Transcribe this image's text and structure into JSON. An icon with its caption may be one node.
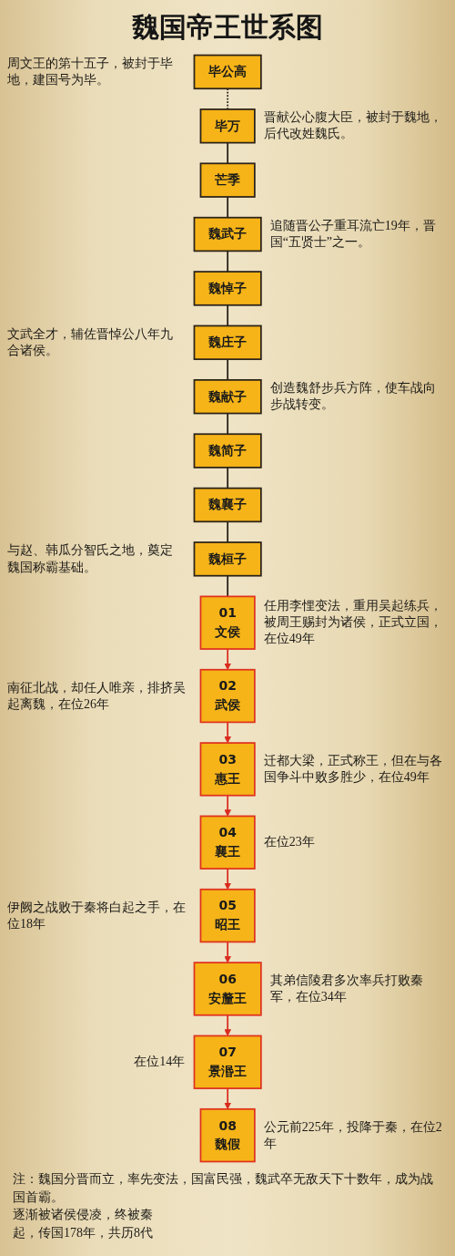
{
  "diagram": {
    "title": "魏国帝王世系图",
    "nodes": [
      {
        "text": [
          "毕公高"
        ],
        "beside": [
          "周文王的第十五子，被封于毕地，建国号为毕。"
        ]
      },
      {
        "text": [
          "毕万"
        ],
        "beside": [
          "晋献公心腹大臣，被封于魏地，后代改姓魏氏。"
        ]
      },
      {
        "text": [
          "芒季"
        ]
      },
      {
        "text": [
          "魏武子"
        ],
        "beside": [
          "追随晋公子重耳流亡19年，晋国“五贤士”之一。"
        ]
      },
      {
        "text": [
          "魏悼子"
        ]
      },
      {
        "text": [
          "魏庄子"
        ],
        "beside": [
          "文武全才，辅佐晋悼公八年九合诸侯。"
        ]
      },
      {
        "text": [
          "魏献子"
        ],
        "beside": [
          "创造魏舒步兵方阵，使车战向步战转变。"
        ]
      },
      {
        "text": [
          "魏简子"
        ]
      },
      {
        "text": [
          "魏襄子"
        ]
      },
      {
        "text": [
          "魏桓子"
        ],
        "beside": [
          "与赵、韩瓜分智氏之地，奠定魏国称霸基础。"
        ]
      },
      {
        "text": [
          "01",
          "文侯"
        ],
        "beside": [
          "任用李悝变法，重用吴起练兵，被周王赐封为诸侯，正式立国，在位49年"
        ]
      },
      {
        "text": [
          "02",
          "武侯"
        ],
        "beside": [
          "南征北战，却任人唯亲，排挤吴起离魏，在位26年"
        ]
      },
      {
        "text": [
          "03",
          "惠王"
        ],
        "beside": [
          "迁都大梁，正式称王，但在与各国争斗中败多胜少，在位49年"
        ]
      },
      {
        "text": [
          "04",
          "襄王"
        ],
        "beside": [
          "在位23年"
        ]
      },
      {
        "text": [
          "05",
          "昭王"
        ],
        "beside": [
          "伊阙之战败于秦将白起之手，在位18年"
        ]
      },
      {
        "text": [
          "06",
          "安釐王"
        ],
        "beside": [
          "其弟信陵君多次率兵打败秦军，在位34年"
        ]
      },
      {
        "text": [
          "07",
          "景湣王"
        ],
        "beside": [
          "在位14年"
        ]
      },
      {
        "text": [
          "08",
          "魏假"
        ],
        "beside": [
          "公元前225年，投降于秦，在位2年"
        ]
      }
    ],
    "edges": [
      {
        "from": 0,
        "to": 1,
        "arrow": "none",
        "style": "dashed"
      },
      {
        "from": 1,
        "to": 2,
        "arrow": "none"
      },
      {
        "from": 2,
        "to": 3,
        "arrow": "none"
      },
      {
        "from": 3,
        "to": 4,
        "arrow": "none"
      },
      {
        "from": 4,
        "to": 5,
        "arrow": "none"
      },
      {
        "from": 5,
        "to": 6,
        "arrow": "none"
      },
      {
        "from": 6,
        "to": 7,
        "arrow": "none"
      },
      {
        "from": 7,
        "to": 8,
        "arrow": "none"
      },
      {
        "from": 8,
        "to": 9,
        "arrow": "none"
      },
      {
        "from": 9,
        "to": 10,
        "arrow": "none"
      },
      {
        "from": 10,
        "to": 11,
        "arrow": "to",
        "color": "#d92b1f"
      },
      {
        "from": 11,
        "to": 12,
        "arrow": "to",
        "color": "#d92b1f"
      },
      {
        "from": 12,
        "to": 13,
        "arrow": "to",
        "color": "#d92b1f"
      },
      {
        "from": 13,
        "to": 14,
        "arrow": "to",
        "color": "#d92b1f"
      },
      {
        "from": 14,
        "to": 15,
        "arrow": "to",
        "color": "#d92b1f"
      },
      {
        "from": 15,
        "to": 16,
        "arrow": "to",
        "color": "#d92b1f"
      },
      {
        "from": 16,
        "to": 17,
        "arrow": "to",
        "color": "#d92b1f"
      }
    ],
    "labels": [
      "注：魏国分晋而立，率先变法，国富民强，魏武卒无敌天下十数年，成为战国首霸。",
      "逐渐被诸侯侵凌，终被秦",
      "起，传国178年，共历8代"
    ]
  }
}
